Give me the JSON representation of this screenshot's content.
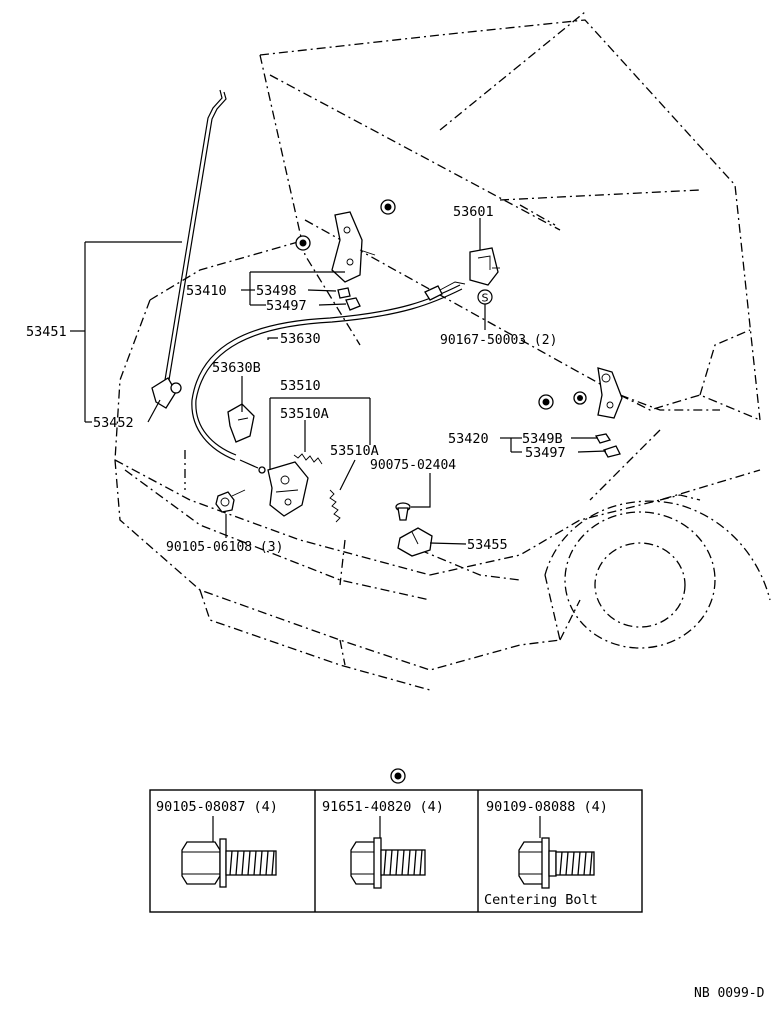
{
  "labels": {
    "p53451": "53451",
    "p53452": "53452",
    "p53410": "53410",
    "p53498": "53498",
    "p53497_left": "53497",
    "p53630": "53630",
    "p53630B": "53630B",
    "p53510": "53510",
    "p53510A_upper": "53510A",
    "p53510A_lower": "53510A",
    "p53601": "53601",
    "p90167": "90167-50003 (2)",
    "p53420": "53420",
    "p5349B": "5349B",
    "p53497_right": "53497",
    "p90075": "90075-02404",
    "p53455": "53455",
    "p90105_06108": "90105-06108 (3)"
  },
  "symbols": {
    "s_letter": "S"
  },
  "bolt_table": {
    "cells": [
      {
        "part": "90105-08087 (4)",
        "caption": ""
      },
      {
        "part": "91651-40820 (4)",
        "caption": ""
      },
      {
        "part": "90109-08088 (4)",
        "caption": "Centering Bolt"
      }
    ]
  },
  "footer": {
    "ref": "NB 0099-D"
  },
  "icons": [
    "bullet-mark-icon",
    "s-circle-icon",
    "bolt-icon",
    "flange-bolt-icon"
  ]
}
